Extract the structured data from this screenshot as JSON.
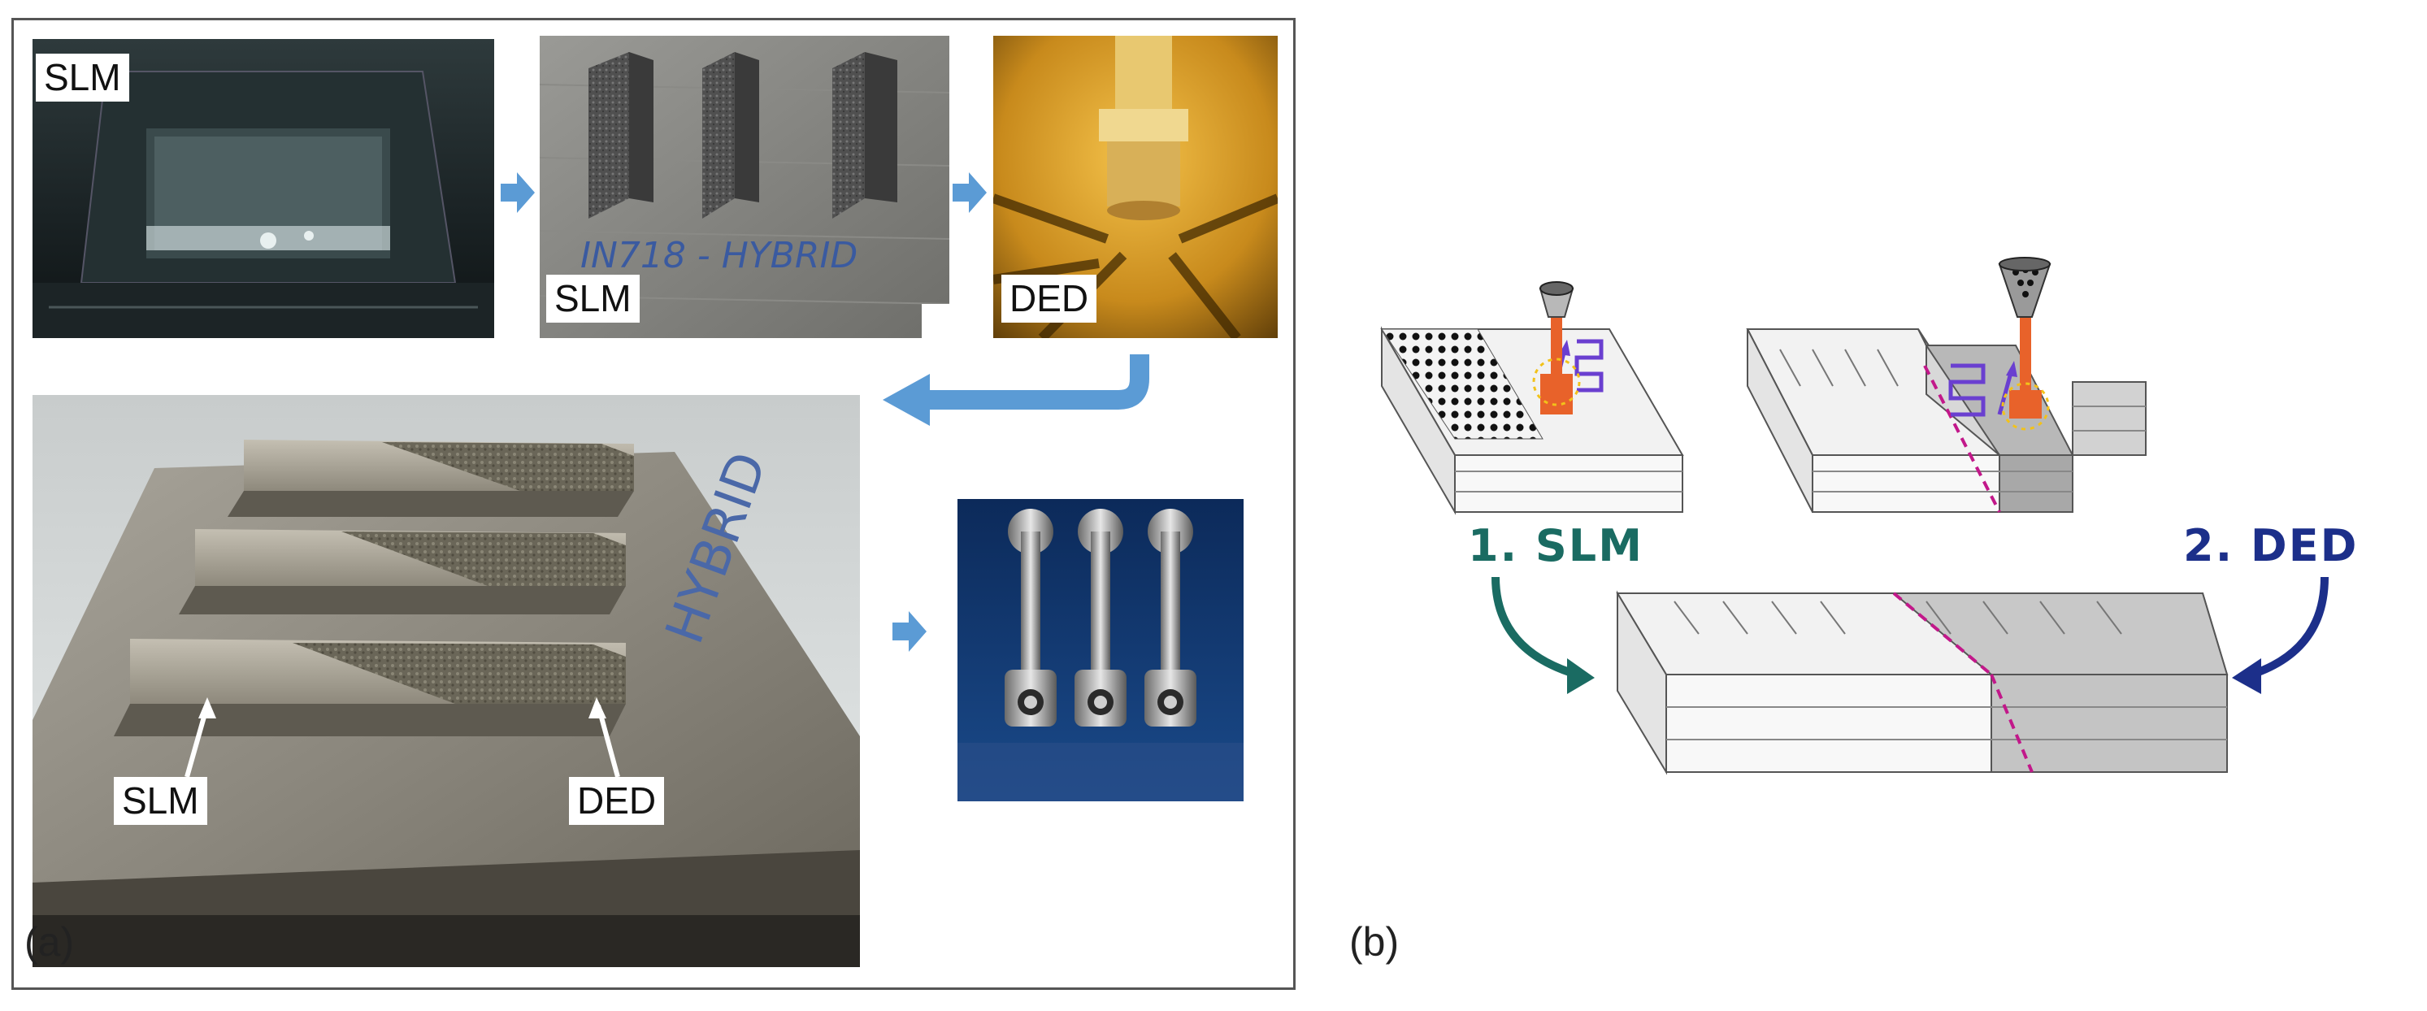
{
  "panel_a": {
    "tag": "(a)",
    "photo1_label": "SLM",
    "photo2_label": "SLM",
    "photo2_handwriting": "IN718 - HYBRID",
    "photo3_label": "DED",
    "main_label_left": "SLM",
    "main_label_right": "DED",
    "main_handwriting": "HYBRID"
  },
  "panel_b": {
    "tag": "(b)",
    "step1_label": "1. SLM",
    "step2_label": "2. DED",
    "colors": {
      "slm_teal": "#1a6b62",
      "ded_navy": "#1c2f8a",
      "nozzle_orange": "#e8622a",
      "path_purple": "#6a3fd0",
      "interface_magenta": "#c2188a"
    }
  },
  "colors": {
    "arrow_blue": "#5b9bd5",
    "frame": "#555555"
  }
}
